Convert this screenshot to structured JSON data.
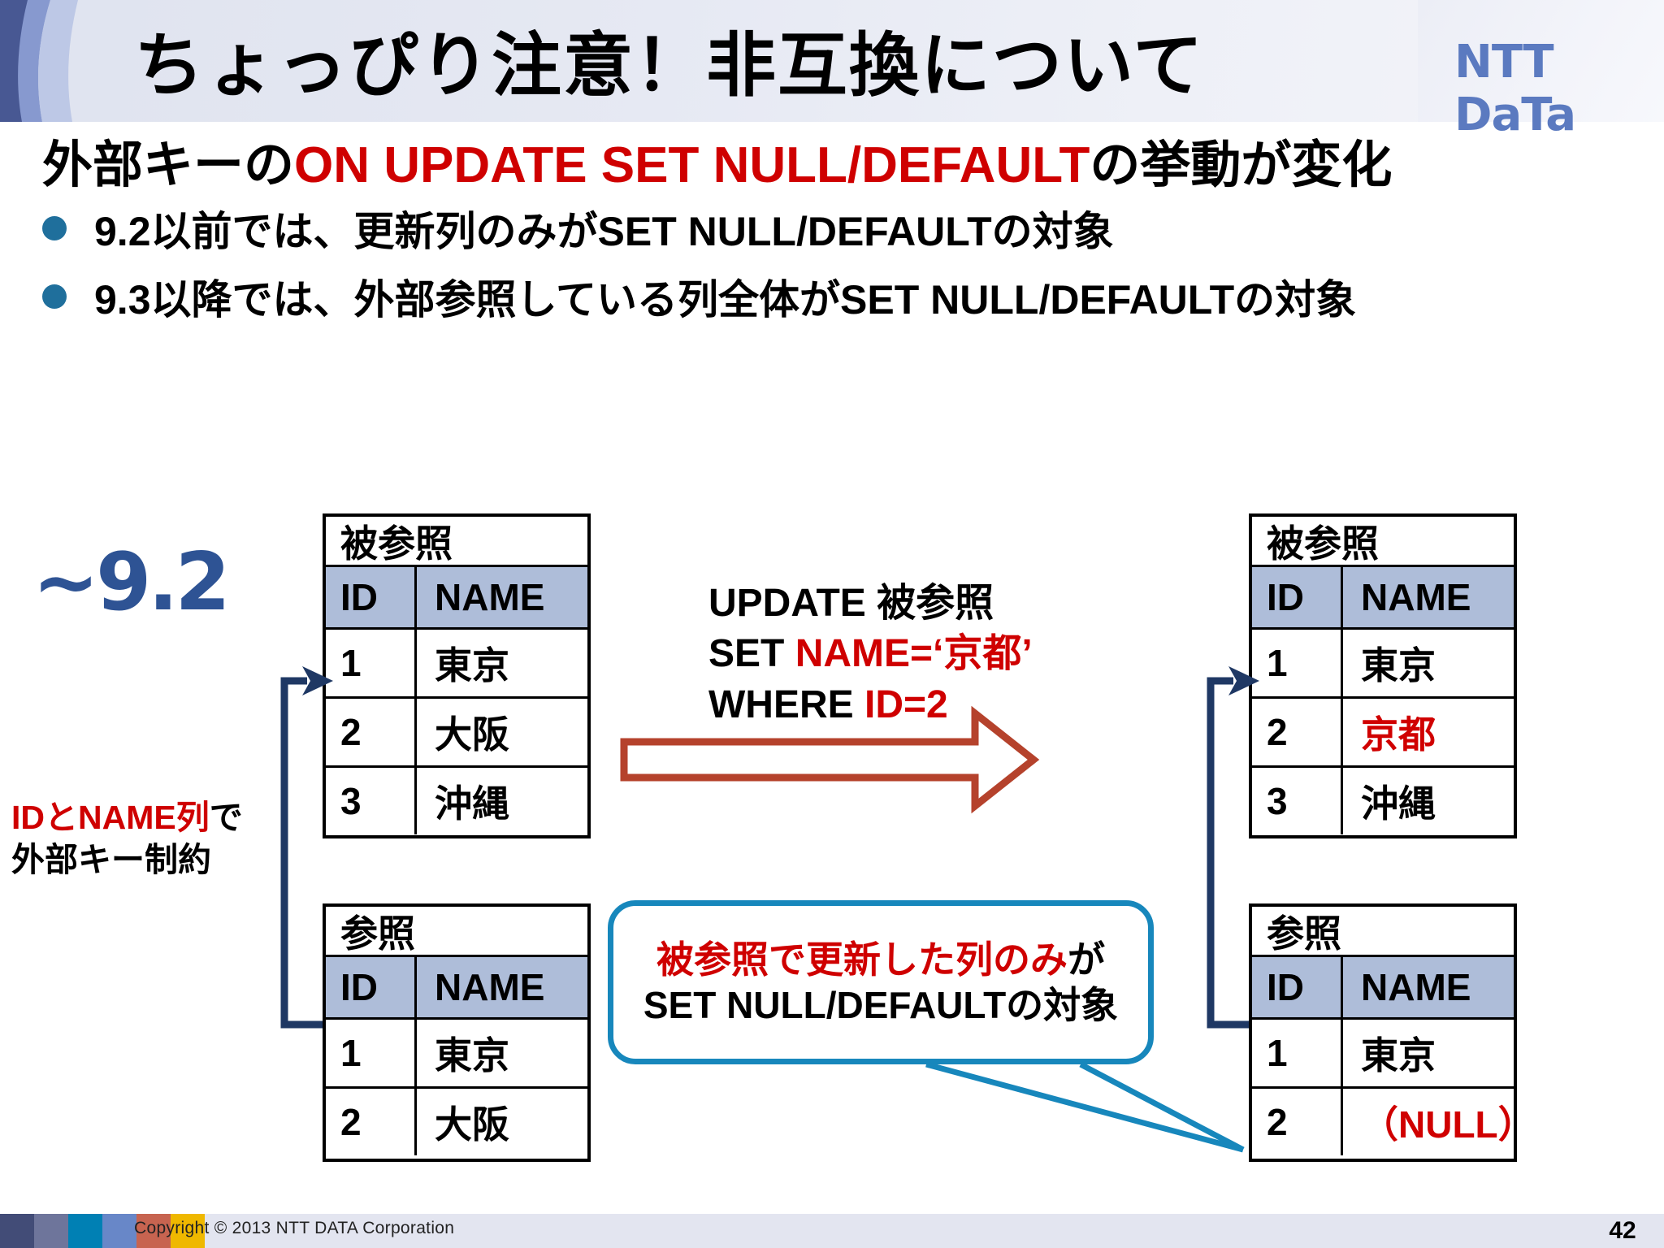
{
  "header": {
    "title": "ちょっぴり注意！非互換について",
    "logo": "NTT DaTa",
    "logo_color": "#5b7ac0"
  },
  "lead": {
    "prefix": "外部キーの",
    "highlight": "ON UPDATE SET NULL/DEFAULT",
    "suffix": "の挙動が変化",
    "highlight_color": "#cf0000"
  },
  "bullets": [
    {
      "text": "9.2以前では、更新列のみがSET NULL/DEFAULTの対象"
    },
    {
      "text": "9.3以降では、外部参照している列全体がSET NULL/DEFAULTの対象"
    }
  ],
  "bullet_color": "#1f6f9c",
  "version_tag": "~9.2",
  "version_tag_color": "#2e5394",
  "fk_note": {
    "line1_red": "IDとNAME列",
    "line1_black": "で",
    "line2": "外部キー制約"
  },
  "sql": {
    "line1_black": "UPDATE ",
    "line1_rest": "被参照",
    "line2_black": "SET ",
    "line2_red": "NAME=‘京都’",
    "line3_black": "WHERE ",
    "line3_red": "ID=2"
  },
  "arrow_color": "#b5422c",
  "connector_color": "#1f3864",
  "header_fill": "#aebdd9",
  "tables": {
    "before_parent": {
      "caption": "被参照",
      "columns": [
        "ID",
        "NAME"
      ],
      "rows": [
        {
          "id": "1",
          "name": "東京",
          "name_red": false
        },
        {
          "id": "2",
          "name": "大阪",
          "name_red": false
        },
        {
          "id": "3",
          "name": "沖縄",
          "name_red": false
        }
      ]
    },
    "before_child": {
      "caption": "参照",
      "columns": [
        "ID",
        "NAME"
      ],
      "rows": [
        {
          "id": "1",
          "name": "東京",
          "name_red": false
        },
        {
          "id": "2",
          "name": "大阪",
          "name_red": false
        }
      ]
    },
    "after_parent": {
      "caption": "被参照",
      "columns": [
        "ID",
        "NAME"
      ],
      "rows": [
        {
          "id": "1",
          "name": "東京",
          "name_red": false
        },
        {
          "id": "2",
          "name": "京都",
          "name_red": true
        },
        {
          "id": "3",
          "name": "沖縄",
          "name_red": false
        }
      ]
    },
    "after_child": {
      "caption": "参照",
      "columns": [
        "ID",
        "NAME"
      ],
      "rows": [
        {
          "id": "1",
          "name": "東京",
          "name_red": false
        },
        {
          "id": "2",
          "name": "（NULL）",
          "name_red": true
        }
      ]
    }
  },
  "callout": {
    "line1_red": "被参照で更新した列のみ",
    "line1_black": "が",
    "line2": "SET NULL/DEFAULTの対象",
    "border_color": "#1787bc"
  },
  "footer": {
    "copyright": "Copyright © 2013 NTT DATA Corporation",
    "page_number": "42",
    "swatches": [
      "#424c77",
      "#6e759b",
      "#0080b4",
      "#6887c8",
      "#c76450",
      "#efb800"
    ]
  }
}
